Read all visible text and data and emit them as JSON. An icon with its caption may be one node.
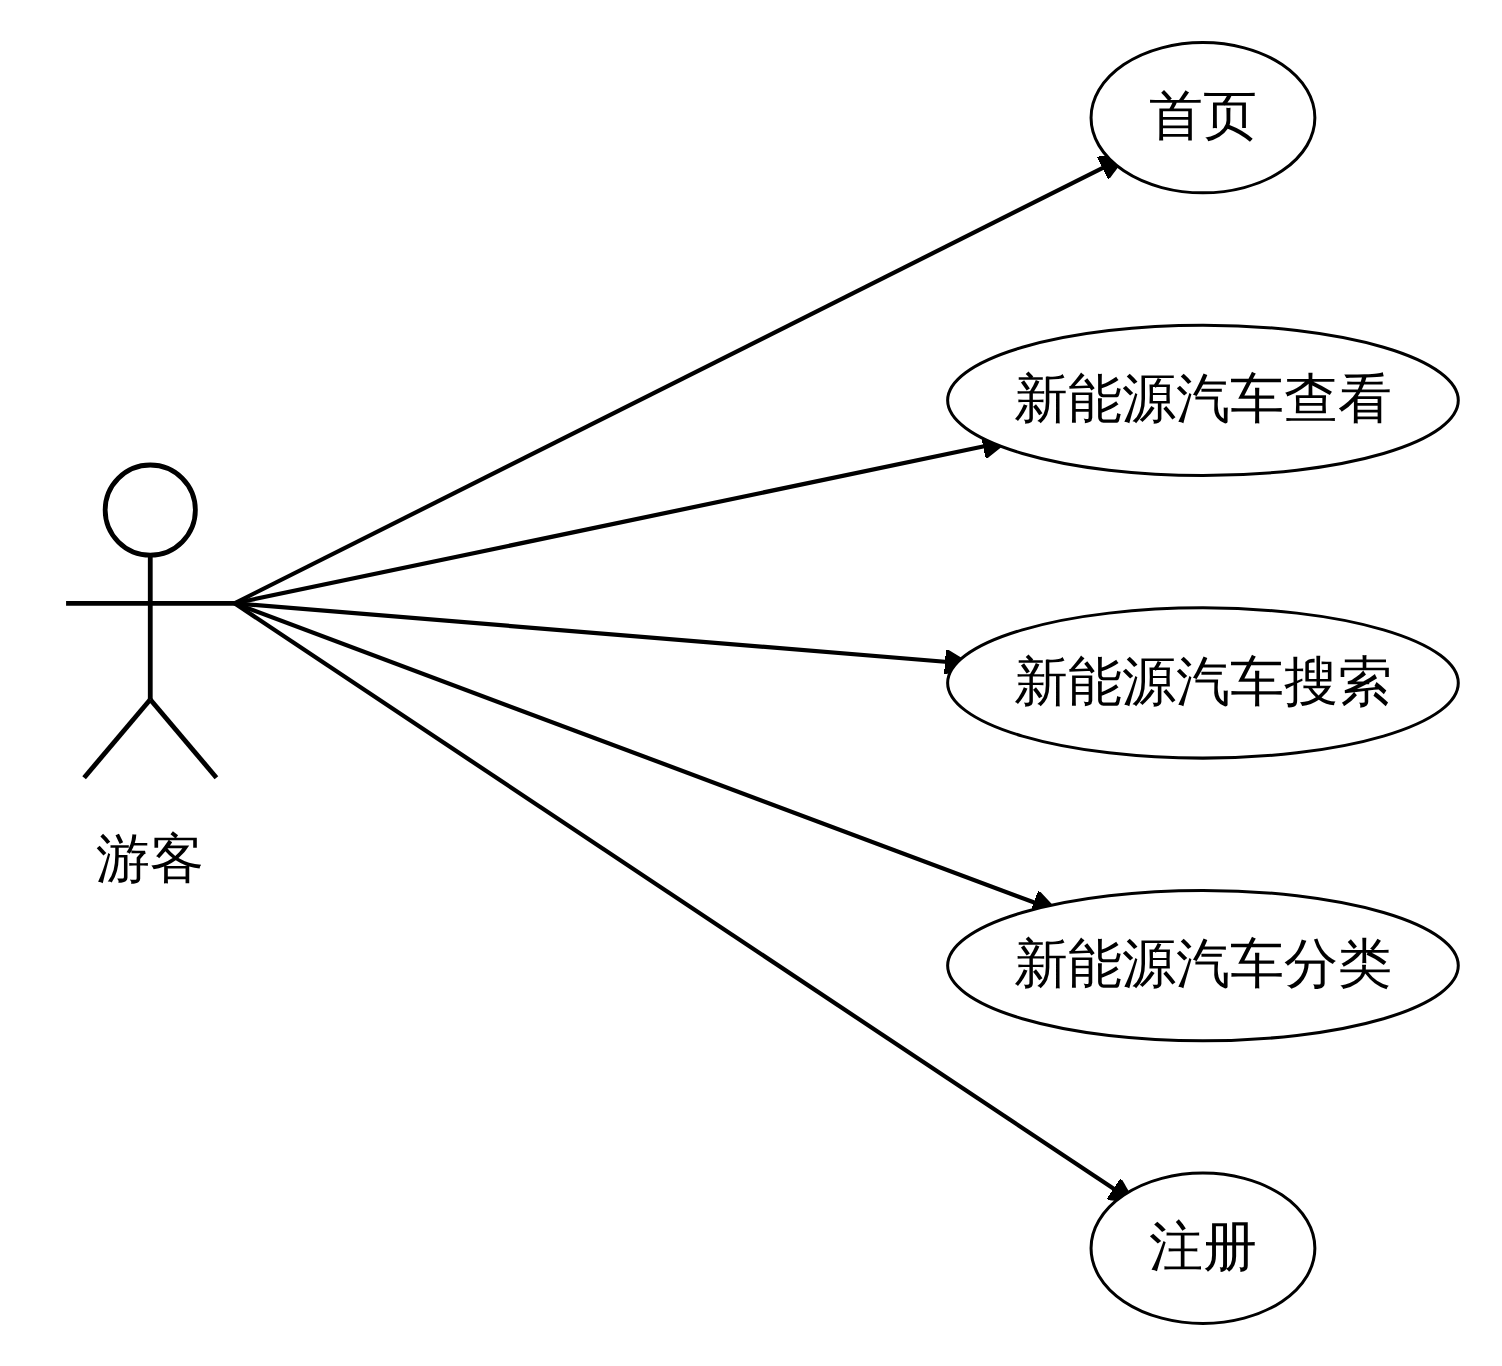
{
  "diagram": {
    "nodes": [
      {
        "text": [
          "游客"
        ]
      },
      {
        "text": [
          "首页"
        ]
      },
      {
        "text": [
          "新能源汽车查看"
        ]
      },
      {
        "text": [
          "新能源汽车搜索"
        ]
      },
      {
        "text": [
          "新能源汽车分类"
        ]
      },
      {
        "text": [
          "注册"
        ]
      }
    ],
    "edges": [
      {
        "from": 0,
        "to": 1,
        "arrow": "to"
      },
      {
        "from": 0,
        "to": 2,
        "arrow": "to"
      },
      {
        "from": 0,
        "to": 3,
        "arrow": "to"
      },
      {
        "from": 0,
        "to": 4,
        "arrow": "to"
      },
      {
        "from": 0,
        "to": 5,
        "arrow": "to"
      }
    ]
  }
}
